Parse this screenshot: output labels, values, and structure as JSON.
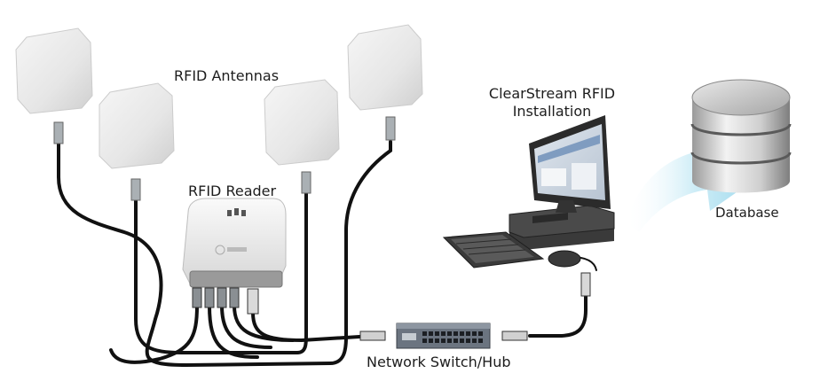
{
  "labels": {
    "antennas": "RFID Antennas",
    "reader": "RFID Reader",
    "install_line1": "ClearStream RFID",
    "install_line2": "Installation",
    "database": "Database",
    "switch": "Network Switch/Hub"
  },
  "icons": {
    "antenna": "antenna-icon",
    "reader": "rfid-reader-icon",
    "computer": "desktop-computer-icon",
    "database": "database-icon",
    "switch": "network-switch-icon"
  },
  "colors": {
    "cable": "#111111",
    "antenna_face": "#e9e9e9",
    "arrow": "#a9dcee",
    "switch_body": "#6b7480"
  }
}
